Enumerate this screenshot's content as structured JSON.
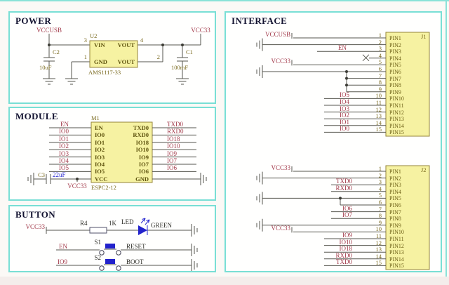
{
  "colors": {
    "panel_border": "#79dfd5",
    "chip_fill": "#f6f2a2",
    "chip_border": "#94843a",
    "net_label": "#a23a4a",
    "wire": "#56564e",
    "designator": "#7a6a1f",
    "blue": "#2b2bd0",
    "title": "#121230"
  },
  "sections": {
    "power": {
      "title": "POWER",
      "net_in": "VCCUSB",
      "net_out": "VCC33",
      "regulator": {
        "des": "U2",
        "name": "AMS1117-33",
        "pin_vin": "VIN",
        "pin_vout_top": "VOUT",
        "pin_gnd": "GND",
        "pin_vout_bot": "VOUT",
        "num_vin": "3",
        "num_vout_top": "4",
        "num_gnd": "1",
        "num_vout_bot": "2"
      },
      "c2": {
        "des": "C2",
        "val": "10uF"
      },
      "c1": {
        "des": "C1",
        "val": "100mF"
      }
    },
    "module": {
      "title": "MODULE",
      "chip": {
        "des": "M1",
        "name": "ESPC2-12",
        "left": [
          "EN",
          "IO0",
          "IO1",
          "IO2",
          "IO3",
          "IO4",
          "IO5",
          "VCC"
        ],
        "right": [
          "TXD0",
          "RXD0",
          "IO18",
          "IO10",
          "IO9",
          "IO7",
          "IO6",
          "GND"
        ]
      },
      "left_nets": [
        "EN",
        "IO0",
        "IO1",
        "IO2",
        "IO3",
        "IO4",
        "IO5"
      ],
      "right_nets": [
        "TXD0",
        "RXD0",
        "IO18",
        "IO10",
        "IO9",
        "IO7",
        "IO6"
      ],
      "c3": {
        "des": "C3",
        "val": "22uF"
      },
      "vcc_net": "VCC33"
    },
    "button": {
      "title": "BUTTON",
      "led_row": {
        "net": "VCC33",
        "r_des": "R4",
        "r_val": "1K",
        "led_label": "LED",
        "led_color": "GREEN"
      },
      "switch_rows": [
        {
          "net": "EN",
          "des": "S1",
          "label": "RESET"
        },
        {
          "net": "IO9",
          "des": "S2",
          "label": "BOOT"
        }
      ]
    },
    "interface": {
      "title": "INTERFACE",
      "j1": {
        "des": "J1",
        "pins": [
          {
            "n": "1",
            "name": "PIN1",
            "net": "VCCUSB"
          },
          {
            "n": "2",
            "name": "PIN2",
            "net": ""
          },
          {
            "n": "3",
            "name": "PIN3",
            "net": "EN"
          },
          {
            "n": "4",
            "name": "PIN4",
            "net": ""
          },
          {
            "n": "5",
            "name": "PIN5",
            "net": "VCC33"
          },
          {
            "n": "6",
            "name": "PIN6",
            "net": ""
          },
          {
            "n": "7",
            "name": "PIN7",
            "net": ""
          },
          {
            "n": "8",
            "name": "PIN8",
            "net": ""
          },
          {
            "n": "9",
            "name": "PIN9",
            "net": ""
          },
          {
            "n": "10",
            "name": "PIN10",
            "net": "IO5"
          },
          {
            "n": "11",
            "name": "PIN11",
            "net": "IO4"
          },
          {
            "n": "12",
            "name": "PIN12",
            "net": "IO3"
          },
          {
            "n": "13",
            "name": "PIN13",
            "net": "IO2"
          },
          {
            "n": "14",
            "name": "PIN14",
            "net": "IO1"
          },
          {
            "n": "15",
            "name": "PIN15",
            "net": "IO0"
          }
        ]
      },
      "j2": {
        "des": "J2",
        "pins": [
          {
            "n": "1",
            "name": "PIN1",
            "net": "VCC33"
          },
          {
            "n": "2",
            "name": "PIN2",
            "net": ""
          },
          {
            "n": "3",
            "name": "PIN3",
            "net": "TXD0"
          },
          {
            "n": "4",
            "name": "PIN4",
            "net": "RXD0"
          },
          {
            "n": "5",
            "name": "PIN5",
            "net": ""
          },
          {
            "n": "6",
            "name": "PIN6",
            "net": ""
          },
          {
            "n": "7",
            "name": "PIN7",
            "net": "IO6"
          },
          {
            "n": "8",
            "name": "PIN8",
            "net": "IO7"
          },
          {
            "n": "9",
            "name": "PIN9",
            "net": ""
          },
          {
            "n": "10",
            "name": "PIN10",
            "net": "VCC33"
          },
          {
            "n": "11",
            "name": "PIN11",
            "net": "IO9"
          },
          {
            "n": "12",
            "name": "PIN12",
            "net": "IO10"
          },
          {
            "n": "13",
            "name": "PIN13",
            "net": "IO18"
          },
          {
            "n": "14",
            "name": "PIN14",
            "net": "RXD0"
          },
          {
            "n": "15",
            "name": "PIN15",
            "net": "TXD0"
          }
        ]
      }
    }
  }
}
